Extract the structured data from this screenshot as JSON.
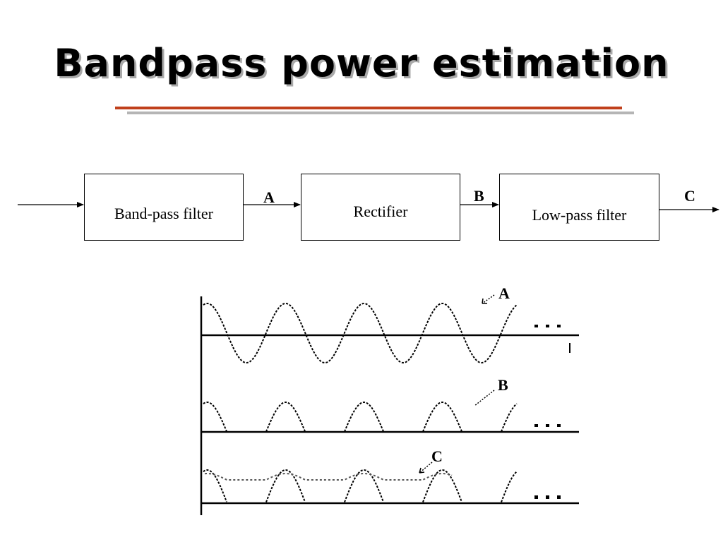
{
  "slide": {
    "title": "Bandpass power estimation"
  },
  "block_diagram": {
    "blocks": [
      {
        "label": "Band-pass filter"
      },
      {
        "label": "Rectifier"
      },
      {
        "label": "Low-pass filter"
      }
    ],
    "signals": [
      {
        "label": "A"
      },
      {
        "label": "B"
      },
      {
        "label": "C"
      }
    ]
  },
  "waveforms": {
    "labels": [
      "A",
      "B",
      "C"
    ]
  },
  "colors": {
    "title_underline": "#c0401c",
    "title_underline_shadow": "#b5b5b5",
    "title_shadow": "#a9a9a9",
    "lowpass_trace": "#555555"
  }
}
